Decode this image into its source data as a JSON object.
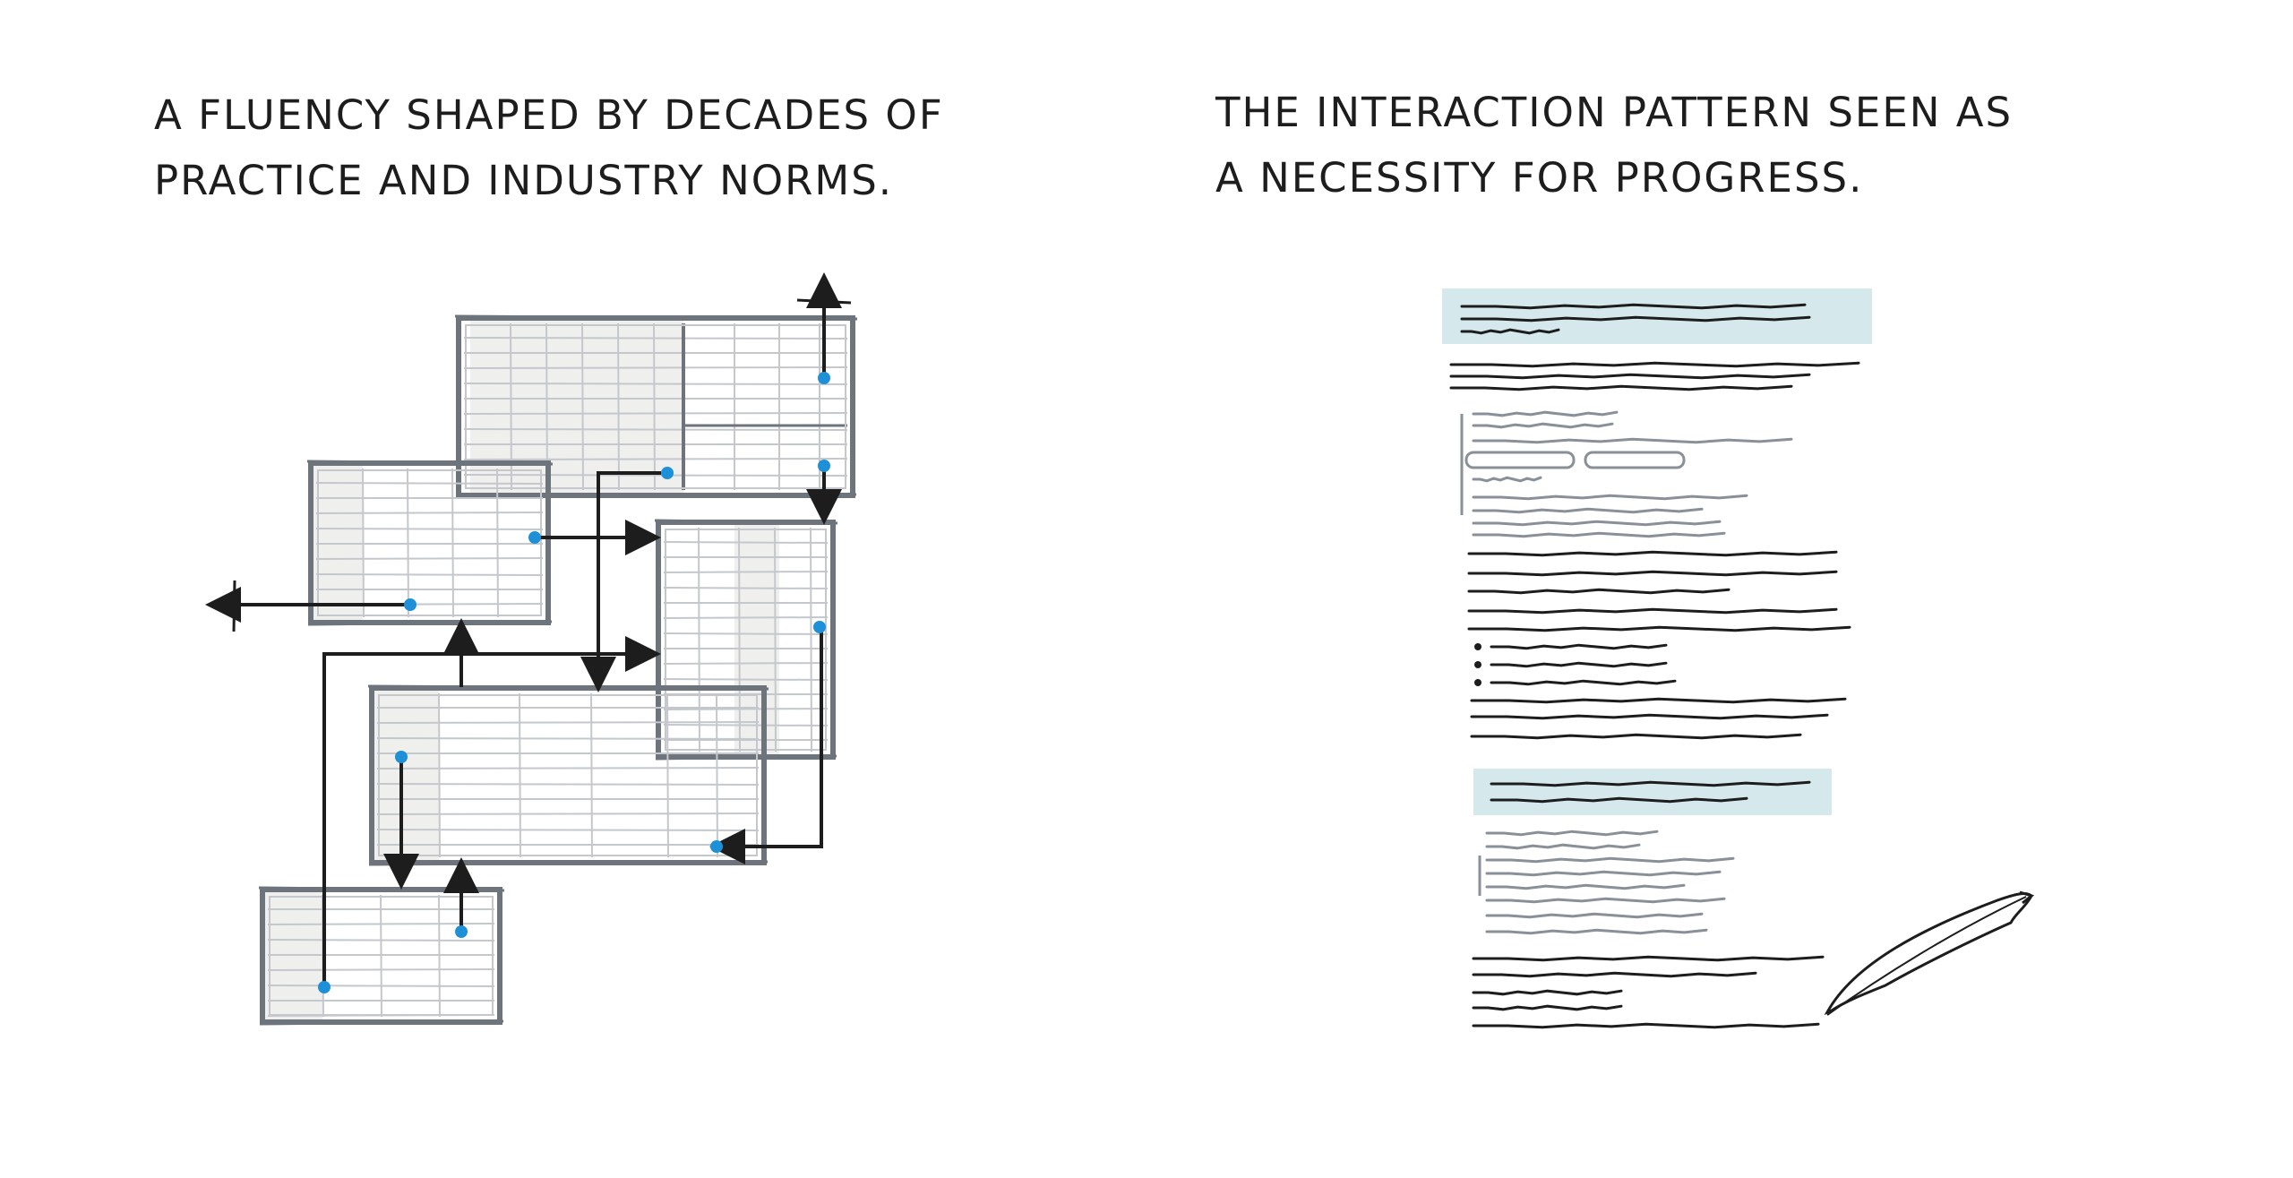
{
  "panels": {
    "left": {
      "caption_lines": [
        "A FLUENCY SHAPED BY DECADES OF",
        "PRACTICE AND INDUSTRY NORMS."
      ],
      "illustration": "overlapping-spreadsheet-windows-with-connecting-arrows"
    },
    "right": {
      "caption_lines": [
        "THE INTERACTION PATTERN  SEEN AS",
        "A NECESSITY FOR PROGRESS."
      ],
      "illustration": "handwritten-document-with-quill-pen"
    }
  },
  "colors": {
    "ink": "#1d1d1d",
    "frame": "#6e747c",
    "grid": "#c4c8cc",
    "cell_fill": "#efefed",
    "dot": "#1e90d8",
    "highlight": "#d5e8ec",
    "text_gray": "#8a9098"
  }
}
